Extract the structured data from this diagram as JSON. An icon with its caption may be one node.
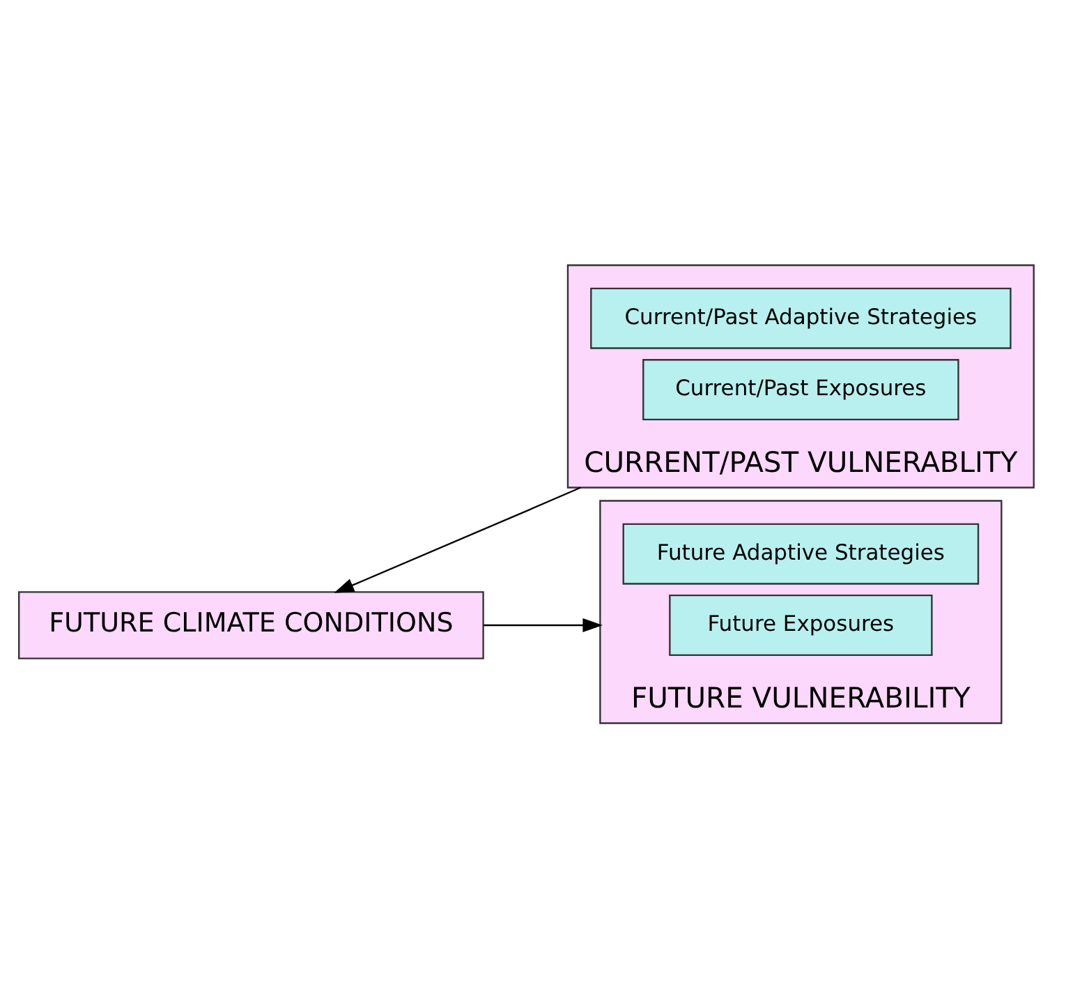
{
  "diagram": {
    "nodes": [
      {
        "text": [
          "CURRENT/PAST VULNERABLITY"
        ]
      },
      {
        "text": [
          "Current/Past Exposures"
        ],
        "in": 0
      },
      {
        "text": [
          "Current/Past Adaptive Strategies"
        ],
        "in": 0
      },
      {
        "text": [
          "FUTURE CLIMATE CONDITIONS"
        ]
      },
      {
        "text": [
          "FUTURE VULNERABILITY"
        ]
      },
      {
        "text": [
          "Future Exposures"
        ],
        "in": 4
      },
      {
        "text": [
          "Future Adaptive Strategies"
        ],
        "in": 4
      }
    ],
    "edges": [
      {
        "from": 0,
        "to": 3,
        "arrow": "to"
      },
      {
        "from": 3,
        "to": 4,
        "arrow": "to"
      }
    ]
  }
}
